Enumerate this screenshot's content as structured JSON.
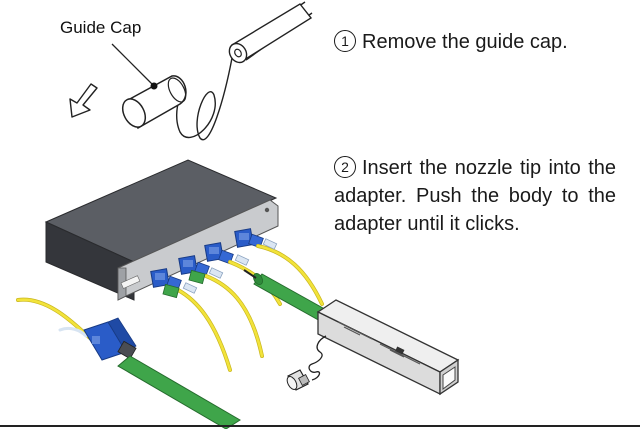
{
  "labels": {
    "guide_cap": "Guide Cap"
  },
  "steps": [
    {
      "number": "①",
      "text": "Remove the guide cap."
    },
    {
      "number": "②",
      "text": "Insert the nozzle tip into the adapter. Push the body to the adapter until it clicks."
    }
  ],
  "colors": {
    "fiber_yellow": "#f2e33a",
    "connector_blue": "#2a5cc8",
    "cleaner_green": "#3fa54a",
    "panel_dark": "#3b3e44"
  },
  "icons": {
    "removal_direction": "arrow-left-down-icon"
  }
}
